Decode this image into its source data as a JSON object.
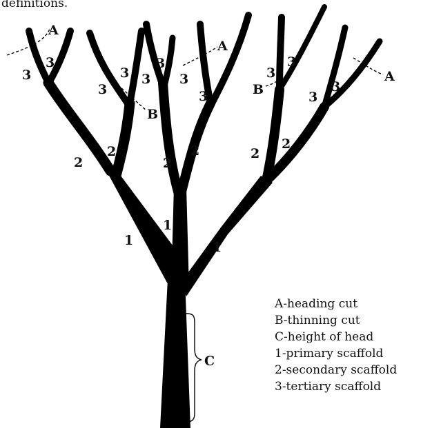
{
  "header_fragment": "definitions.",
  "markers": {
    "heading_cut": "A",
    "thinning_cut": "B",
    "head_height": "C",
    "primary": "1",
    "secondary": "2",
    "tertiary": "3"
  },
  "legend": [
    "A-heading cut",
    "B-thinning cut",
    "C-height of head",
    "1-primary scaffold",
    "2-secondary scaffold",
    "3-tertiary scaffold"
  ],
  "colors": {
    "ink": "#000000",
    "paper": "#ffffff"
  }
}
